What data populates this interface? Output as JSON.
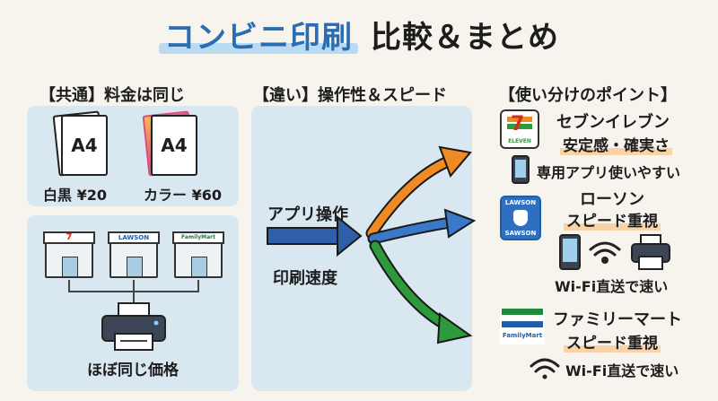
{
  "title": {
    "highlight": "コンビニ印刷",
    "rest": "比較＆まとめ"
  },
  "left": {
    "heading": "【共通】料金は同じ",
    "docs": [
      {
        "label": "A4",
        "price": "白黒 ¥20"
      },
      {
        "label": "A4",
        "price": "カラー ¥60"
      }
    ],
    "stores": [
      {
        "sign": "7"
      },
      {
        "sign": "LAWSON"
      },
      {
        "sign": "FamilyMart"
      }
    ],
    "caption": "ほぼ同じ価格"
  },
  "middle": {
    "heading": "【違い】操作性＆スピード",
    "label1": "アプリ操作",
    "label2": "印刷速度"
  },
  "right": {
    "heading": "【使い分けのポイント】",
    "seven": {
      "name": "セブンイレブン",
      "sub": "安定感・確実さ",
      "note": "専用アプリ使いやすい",
      "logo_text": "ELEVEN"
    },
    "lawson": {
      "name": "ローソン",
      "sub": "スピード重視",
      "note": "Wi-Fi直送で速い",
      "logo_top": "LAWSON",
      "logo_bottom": "SAWSON"
    },
    "family": {
      "name": "ファミリーマート",
      "sub": "スピード重視",
      "note": "Wi-Fi直送で速い",
      "logo_text": "FamilyMart"
    }
  },
  "colors": {
    "accent": "#2b6cb3",
    "panel": "#d8e7f0",
    "orange": "#f08a24",
    "blue": "#2f6fc0",
    "green": "#2e9a3c"
  }
}
